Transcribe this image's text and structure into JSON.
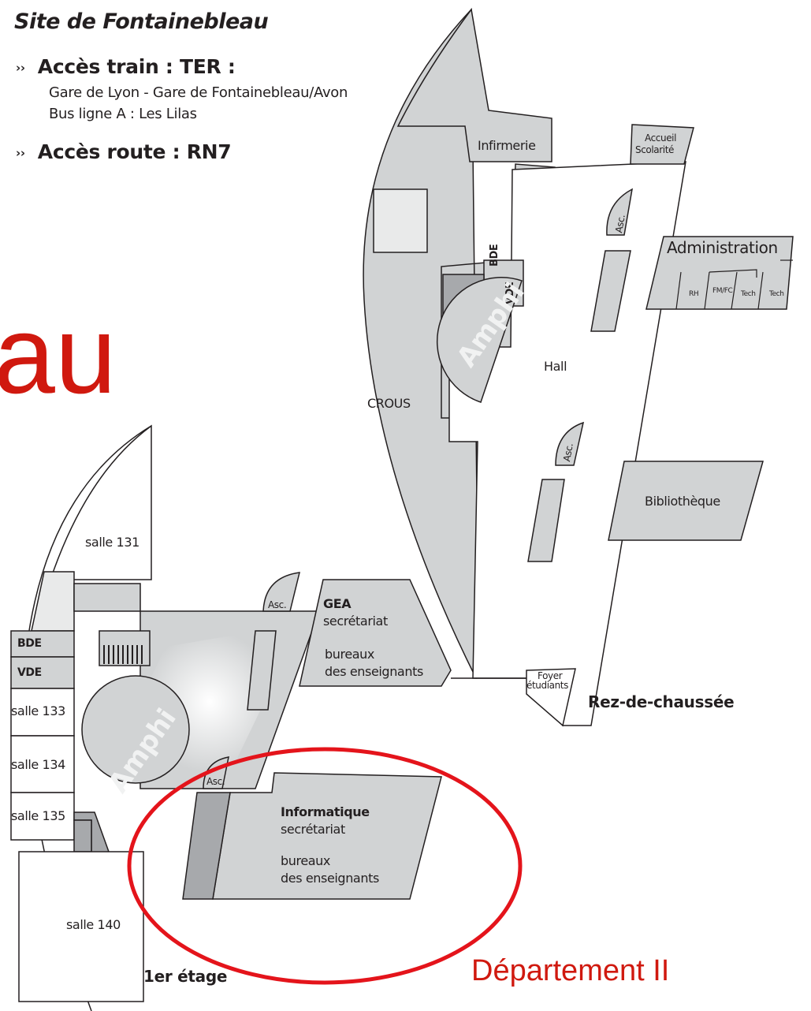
{
  "site": {
    "title": "Site de Fontainebleau",
    "train_label": "Accès train : TER :",
    "train_line1": "Gare de Lyon - Gare de Fontainebleau/Avon",
    "train_line2": "Bus ligne A : Les Lilas",
    "road_label": "Accès route : RN7",
    "arrow": "››"
  },
  "slide": {
    "big_text": "au",
    "department_text": "Département II",
    "accent_color": "#d0190f"
  },
  "ground_floor": {
    "floor_label": "Rez-de-chaussée",
    "rooms": {
      "infirmerie": "Infirmerie",
      "accueil_line1": "Accueil",
      "accueil_line2": "Scolarité",
      "administration": "Administration",
      "bde": "BDE",
      "vde": "VDE",
      "amphi": "Amphi",
      "hall": "Hall",
      "crous": "CROUS",
      "asc": "Asc.",
      "bibliotheque": "Bibliothèque",
      "foyer_line1": "Foyer",
      "foyer_line2": "étudiants",
      "admin_rh": "RH",
      "admin_fmfc": "FM/FC",
      "admin_tech": "Tech"
    }
  },
  "first_floor": {
    "floor_label": "1er étage",
    "rooms": {
      "salle131": "salle 131",
      "bde": "BDE",
      "vde": "VDE",
      "salle133": "salle 133",
      "salle134": "salle 134",
      "salle135": "salle 135",
      "salle140": "salle 140",
      "amphi": "Amphi",
      "asc": "Asc.",
      "gea_title": "GEA",
      "gea_line1": "secrétariat",
      "gea_line2": "bureaux",
      "gea_line3": "des enseignants",
      "info_title": "Informatique",
      "info_line1": "secrétariat",
      "info_line2": "bureaux",
      "info_line3": "des enseignants"
    }
  },
  "colors": {
    "wall_fill": "#d1d3d4",
    "dark_fill": "#a7a9ac",
    "light_fill": "#e9eaea",
    "stroke": "#231f20",
    "highlight": "#e4141b"
  }
}
